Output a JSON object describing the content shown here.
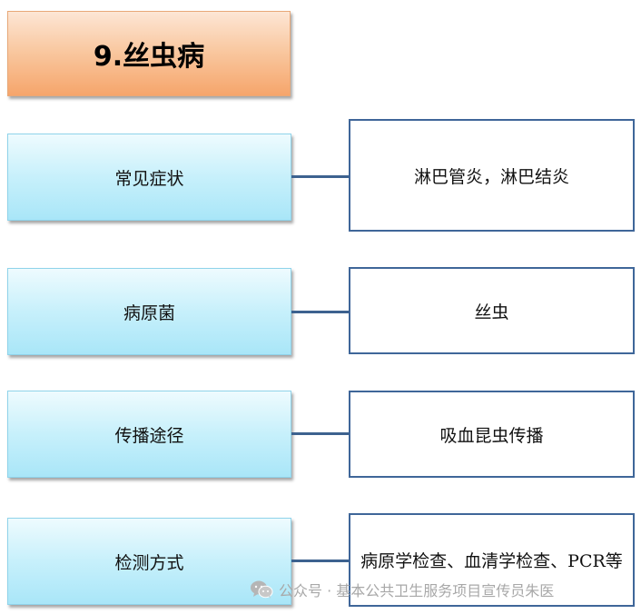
{
  "title": "9.丝虫病",
  "rows": [
    {
      "label": "常见症状",
      "value": "淋巴管炎，淋巴结炎"
    },
    {
      "label": "病原菌",
      "value": "丝虫"
    },
    {
      "label": "传播途径",
      "value": "吸血昆虫传播"
    },
    {
      "label": "检测方式",
      "value": "病原学检查、血清学检查、PCR等"
    }
  ],
  "watermark": {
    "icon": "wechat-icon",
    "text": "公众号 · 基本公共卫生服务项目宣传员朱医"
  },
  "colors": {
    "title_fill": "#f9c9a2",
    "label_fill": "#c7f0fb",
    "value_border": "#3f6699",
    "connector": "#3d628f"
  }
}
